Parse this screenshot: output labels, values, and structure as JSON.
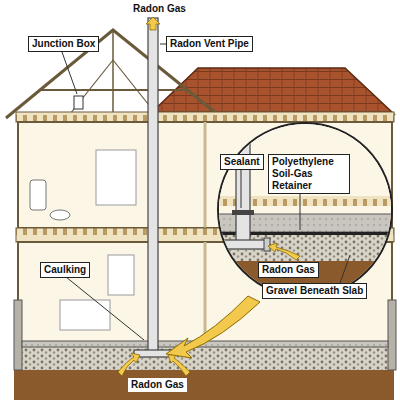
{
  "diagram": {
    "labels": [
      "Radon Gas",
      "Junction Box",
      "Radon Vent Pipe",
      "Sealant",
      "Polyethylene Soil-Gas Retainer",
      "Radon Gas",
      "Gravel Beneath Slab",
      "Caulking",
      "Radon Gas"
    ]
  }
}
